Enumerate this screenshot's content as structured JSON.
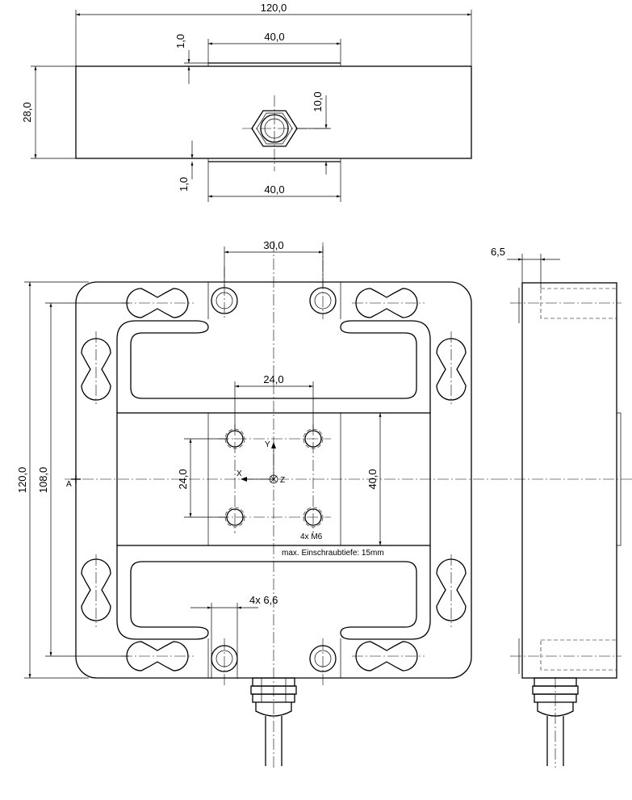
{
  "top_view": {
    "dims": {
      "width": "120,0",
      "plate_top": "40,0",
      "plate_bottom": "40,0",
      "height": "28,0",
      "offset_top": "1,0",
      "offset_bottom": "1,0",
      "gland_height": "10,0"
    }
  },
  "front_view": {
    "dims": {
      "hole_pitch": "30,0",
      "thread_pitch_x": "24,0",
      "thread_pitch_y": "24,0",
      "plate_height": "40,0",
      "outer_height": "120,0",
      "inner_height": "108,0",
      "mount_holes": "4x 6,6"
    },
    "labels": {
      "threads": "4x M6",
      "screw_depth": "max. Einschraubtiefe: 15mm",
      "axis_x": "X",
      "axis_y": "Y",
      "axis_z": "Z",
      "section": "A"
    }
  },
  "side_view": {
    "dims": {
      "offset": "6,5"
    }
  }
}
